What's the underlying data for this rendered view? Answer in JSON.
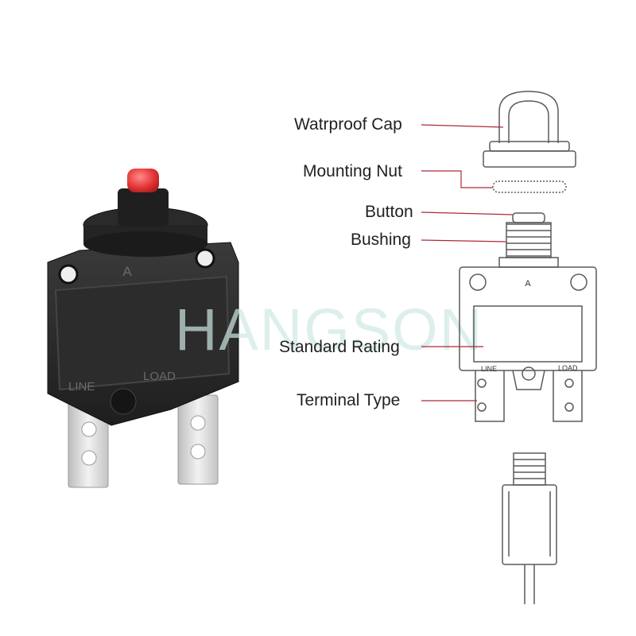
{
  "watermark": "HANGSON",
  "photo": {
    "body_letter": "A",
    "line_label": "LINE",
    "load_label": "LOAD"
  },
  "diagram": {
    "body_letter": "A",
    "line_label": "LINE",
    "load_label": "LOAD"
  },
  "callouts": [
    {
      "text": "Watrproof Cap"
    },
    {
      "text": "Mounting Nut"
    },
    {
      "text": "Button"
    },
    {
      "text": "Bushing"
    },
    {
      "text": "Standard Rating"
    },
    {
      "text": "Terminal Type"
    }
  ],
  "colors": {
    "body": "#2a2a2a",
    "button": "#e63a3a",
    "terminal": "#d4d4d4",
    "leader_line": "#b0283a",
    "outline": "#5a5a5a"
  }
}
